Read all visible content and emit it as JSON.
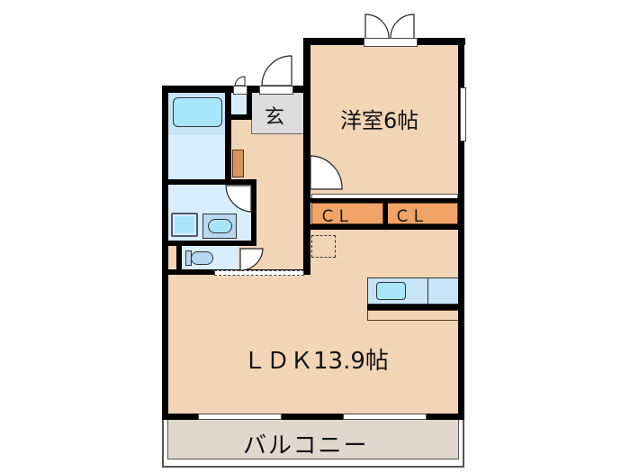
{
  "floorplan": {
    "rooms": {
      "western_room": {
        "label": "洋室6帖",
        "area_jo": 6
      },
      "ldk": {
        "label": "ＬＤＫ13.9帖",
        "area_jo": 13.9
      },
      "entrance": {
        "label": "玄"
      },
      "closet_1": {
        "label": "ＣＬ"
      },
      "closet_2": {
        "label": "ＣＬ"
      },
      "balcony": {
        "label": "バルコニー"
      }
    },
    "colors": {
      "floor": "#f2d5b6",
      "wet_area": "#d8eefc",
      "entrance": "#dcdcdc",
      "closet": "#f0a468",
      "balcony": "#e0d8cc",
      "fixture": "#a8e6fb",
      "wall": "#000000"
    }
  }
}
